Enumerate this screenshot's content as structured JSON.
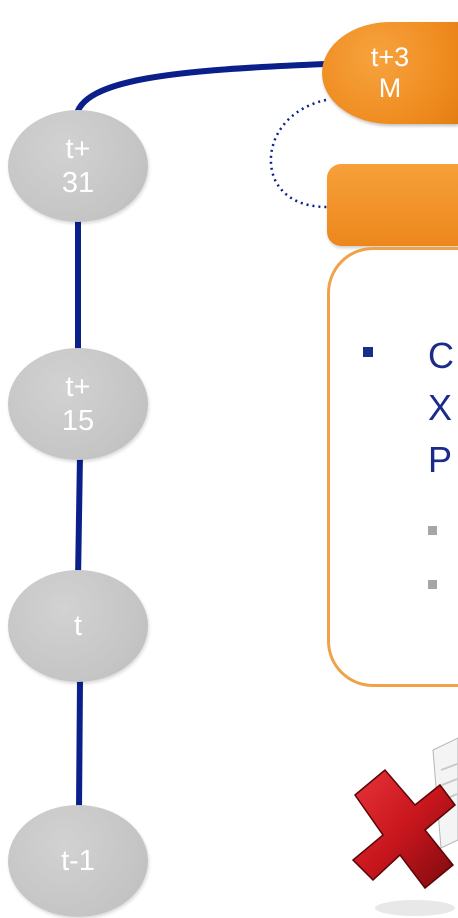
{
  "nodes": {
    "t_plus_31": "t+\n31",
    "t_plus_15": "t+\n15",
    "t": "t",
    "t_minus_1": "t-1",
    "t_plus_3m": "t+3\nM"
  },
  "content": {
    "lines": "C\nX\nP"
  },
  "colors": {
    "timeline": "#0b1f8a",
    "node_grey": "#c4c4c4",
    "accent_orange": "#ee8a1d",
    "text_blue": "#1a2b8c",
    "logo_red": "#c8161d"
  }
}
